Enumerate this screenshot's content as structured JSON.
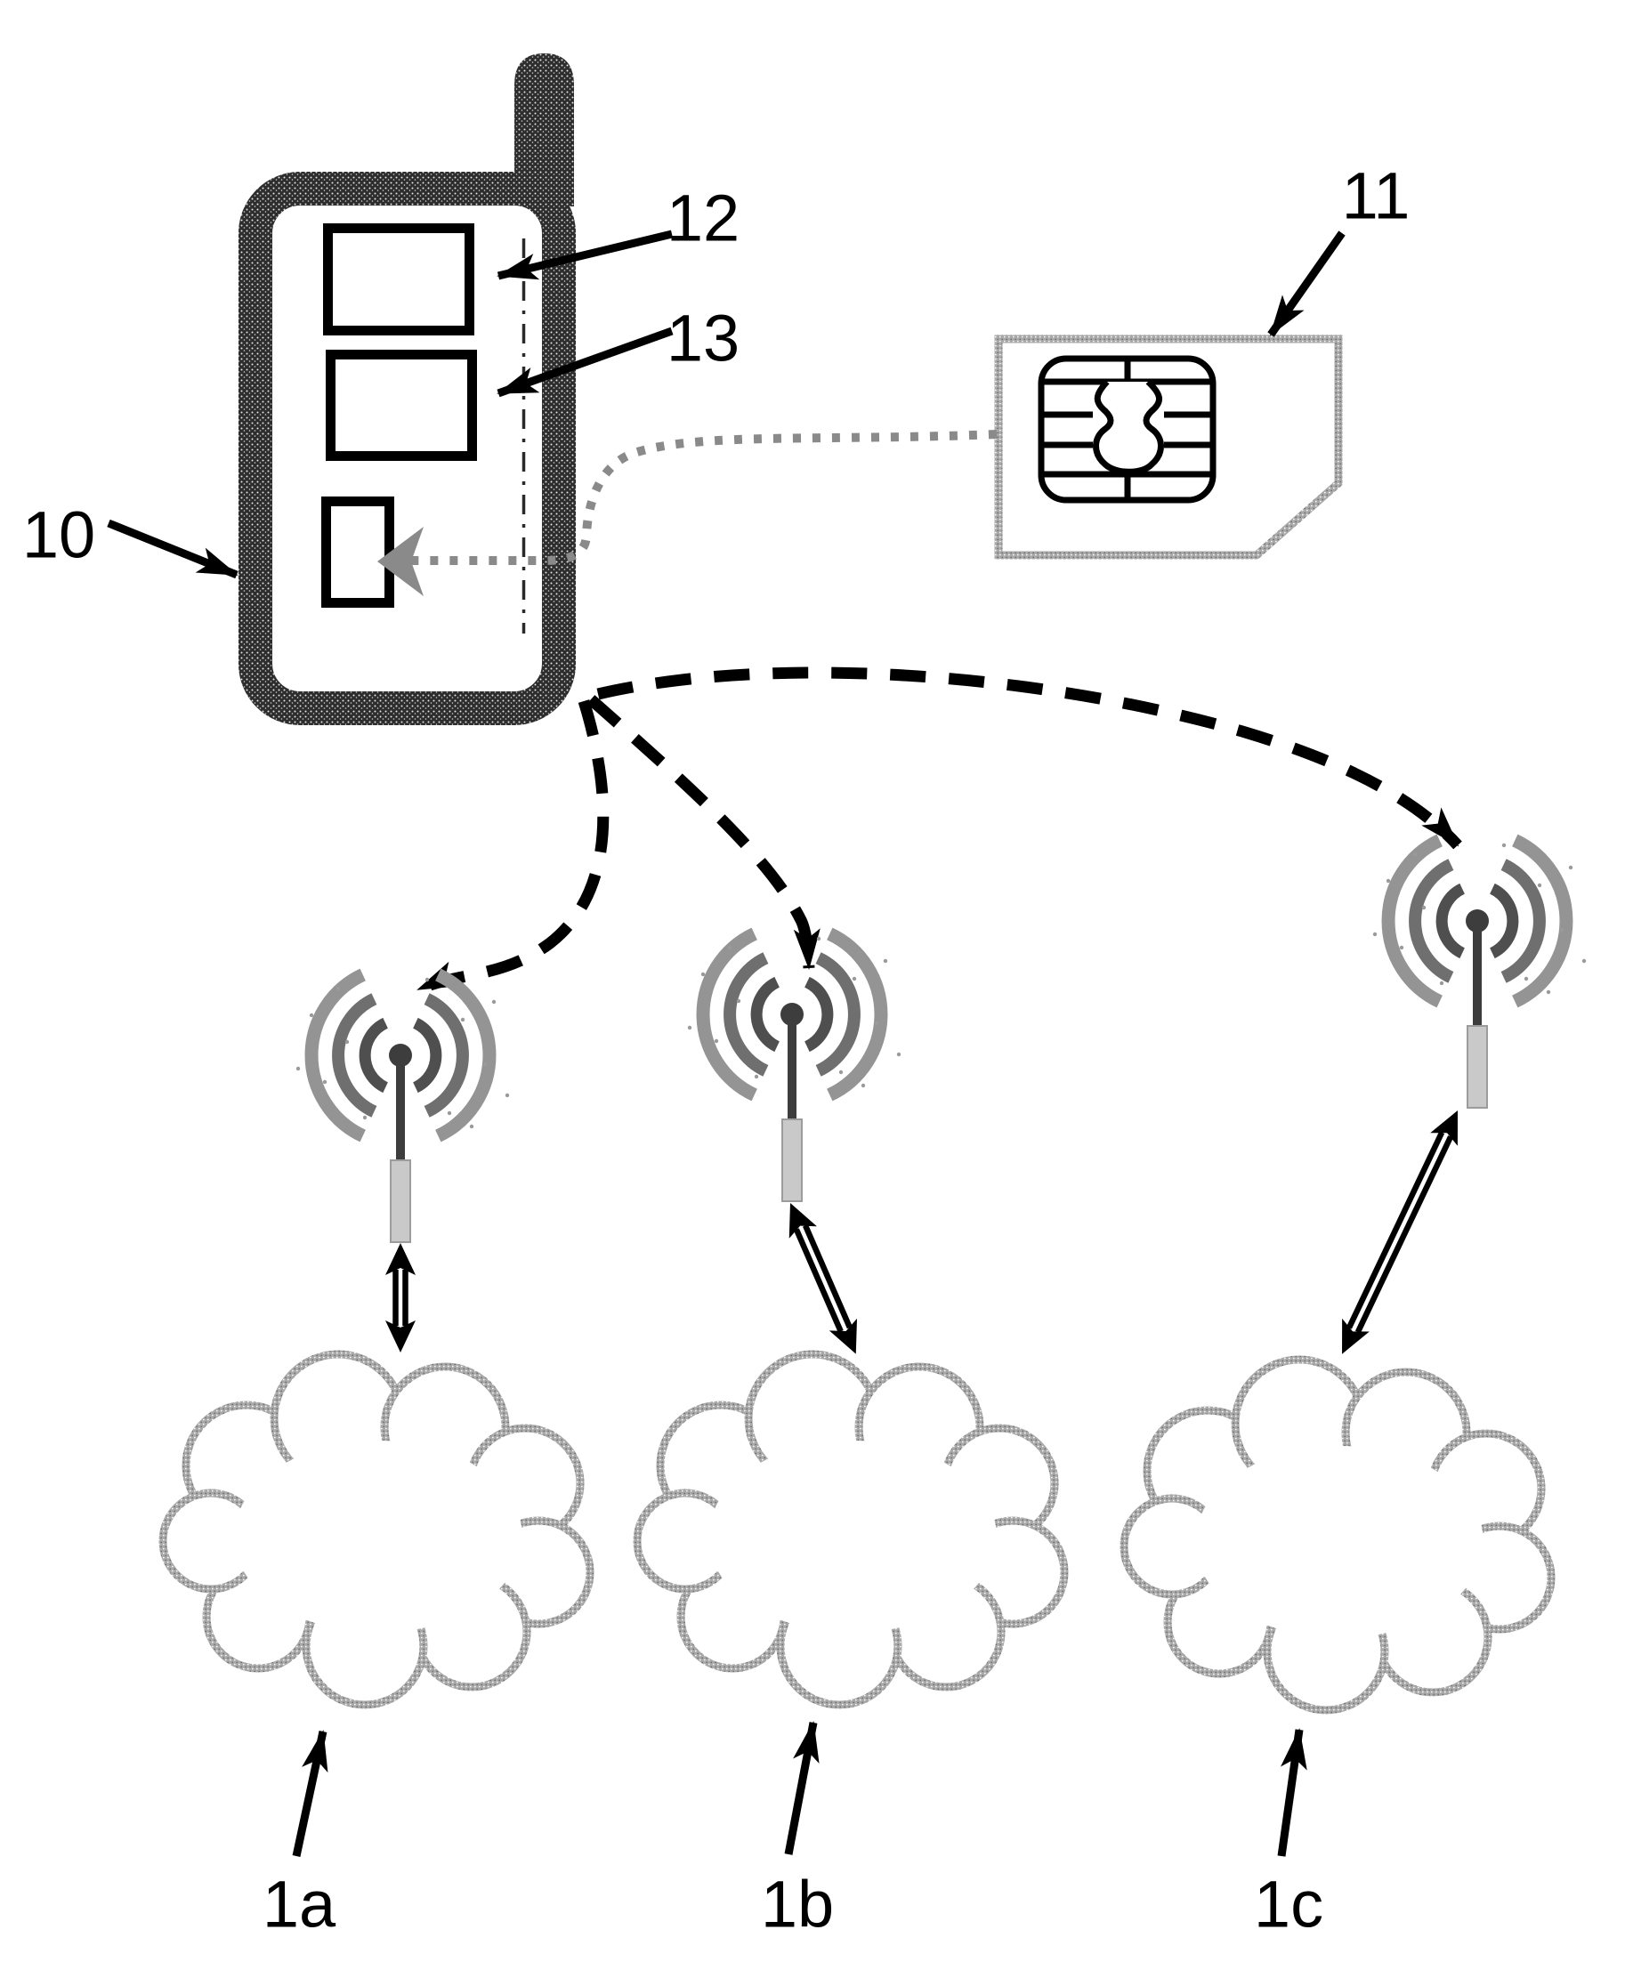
{
  "figure": {
    "type": "patent-style mobile network diagram",
    "background": "#ffffff",
    "colors": {
      "ink": "#000000",
      "phone_body": "#2d2d2d",
      "gray_outline": "#9a9a9a",
      "dotted_arrow": "#8a8a8a",
      "antenna_base": "#c9c9c9"
    },
    "icons": [
      "mobile-phone-icon",
      "sim-card-icon",
      "sim-chip-icon",
      "radio-tower-icon",
      "network-cloud-icon"
    ],
    "labels": {
      "phone": "10",
      "sim_card": "11",
      "component_top": "12",
      "component_middle": "13",
      "network_a": "1a",
      "network_b": "1b",
      "network_c": "1c"
    }
  }
}
